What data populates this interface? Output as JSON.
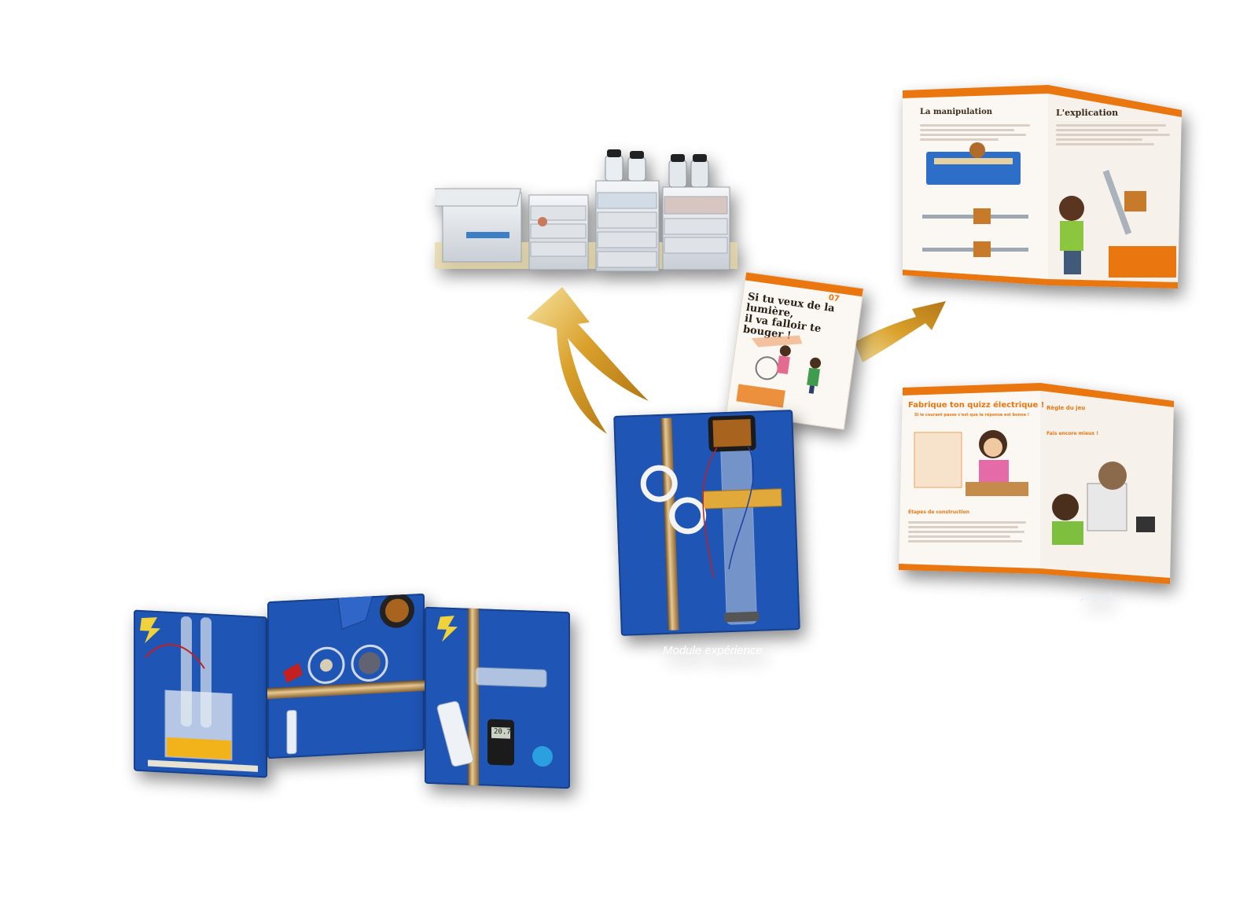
{
  "booklet": {
    "tag": "07",
    "title_line1": "Si tu veux de la lumière,",
    "title_line2": "il va falloir te bouger !"
  },
  "leaflet_top": {
    "left_heading": "La manipulation",
    "right_heading": "L'explication"
  },
  "leaflet_bottom": {
    "left_heading": "Fabrique ton quizz électrique !",
    "left_sub": "Si le courant passe c'est que la réponse est bonne !",
    "left_section": "Étapes de construction",
    "right_heading": "Règle du jeu",
    "right_sub": "Fais encore mieux !"
  },
  "captions": {
    "module": "Module expérience",
    "leaflet_partial": "pages)"
  },
  "meter_display": "20.7",
  "colors": {
    "board_blue": "#1f55b5",
    "leaflet_orange": "#e9760f",
    "arrow_gold": "#d9a02a"
  },
  "icons": {
    "arrows": "gold-curved-arrow-icon",
    "lightning": "lightning-bolt-icon"
  }
}
